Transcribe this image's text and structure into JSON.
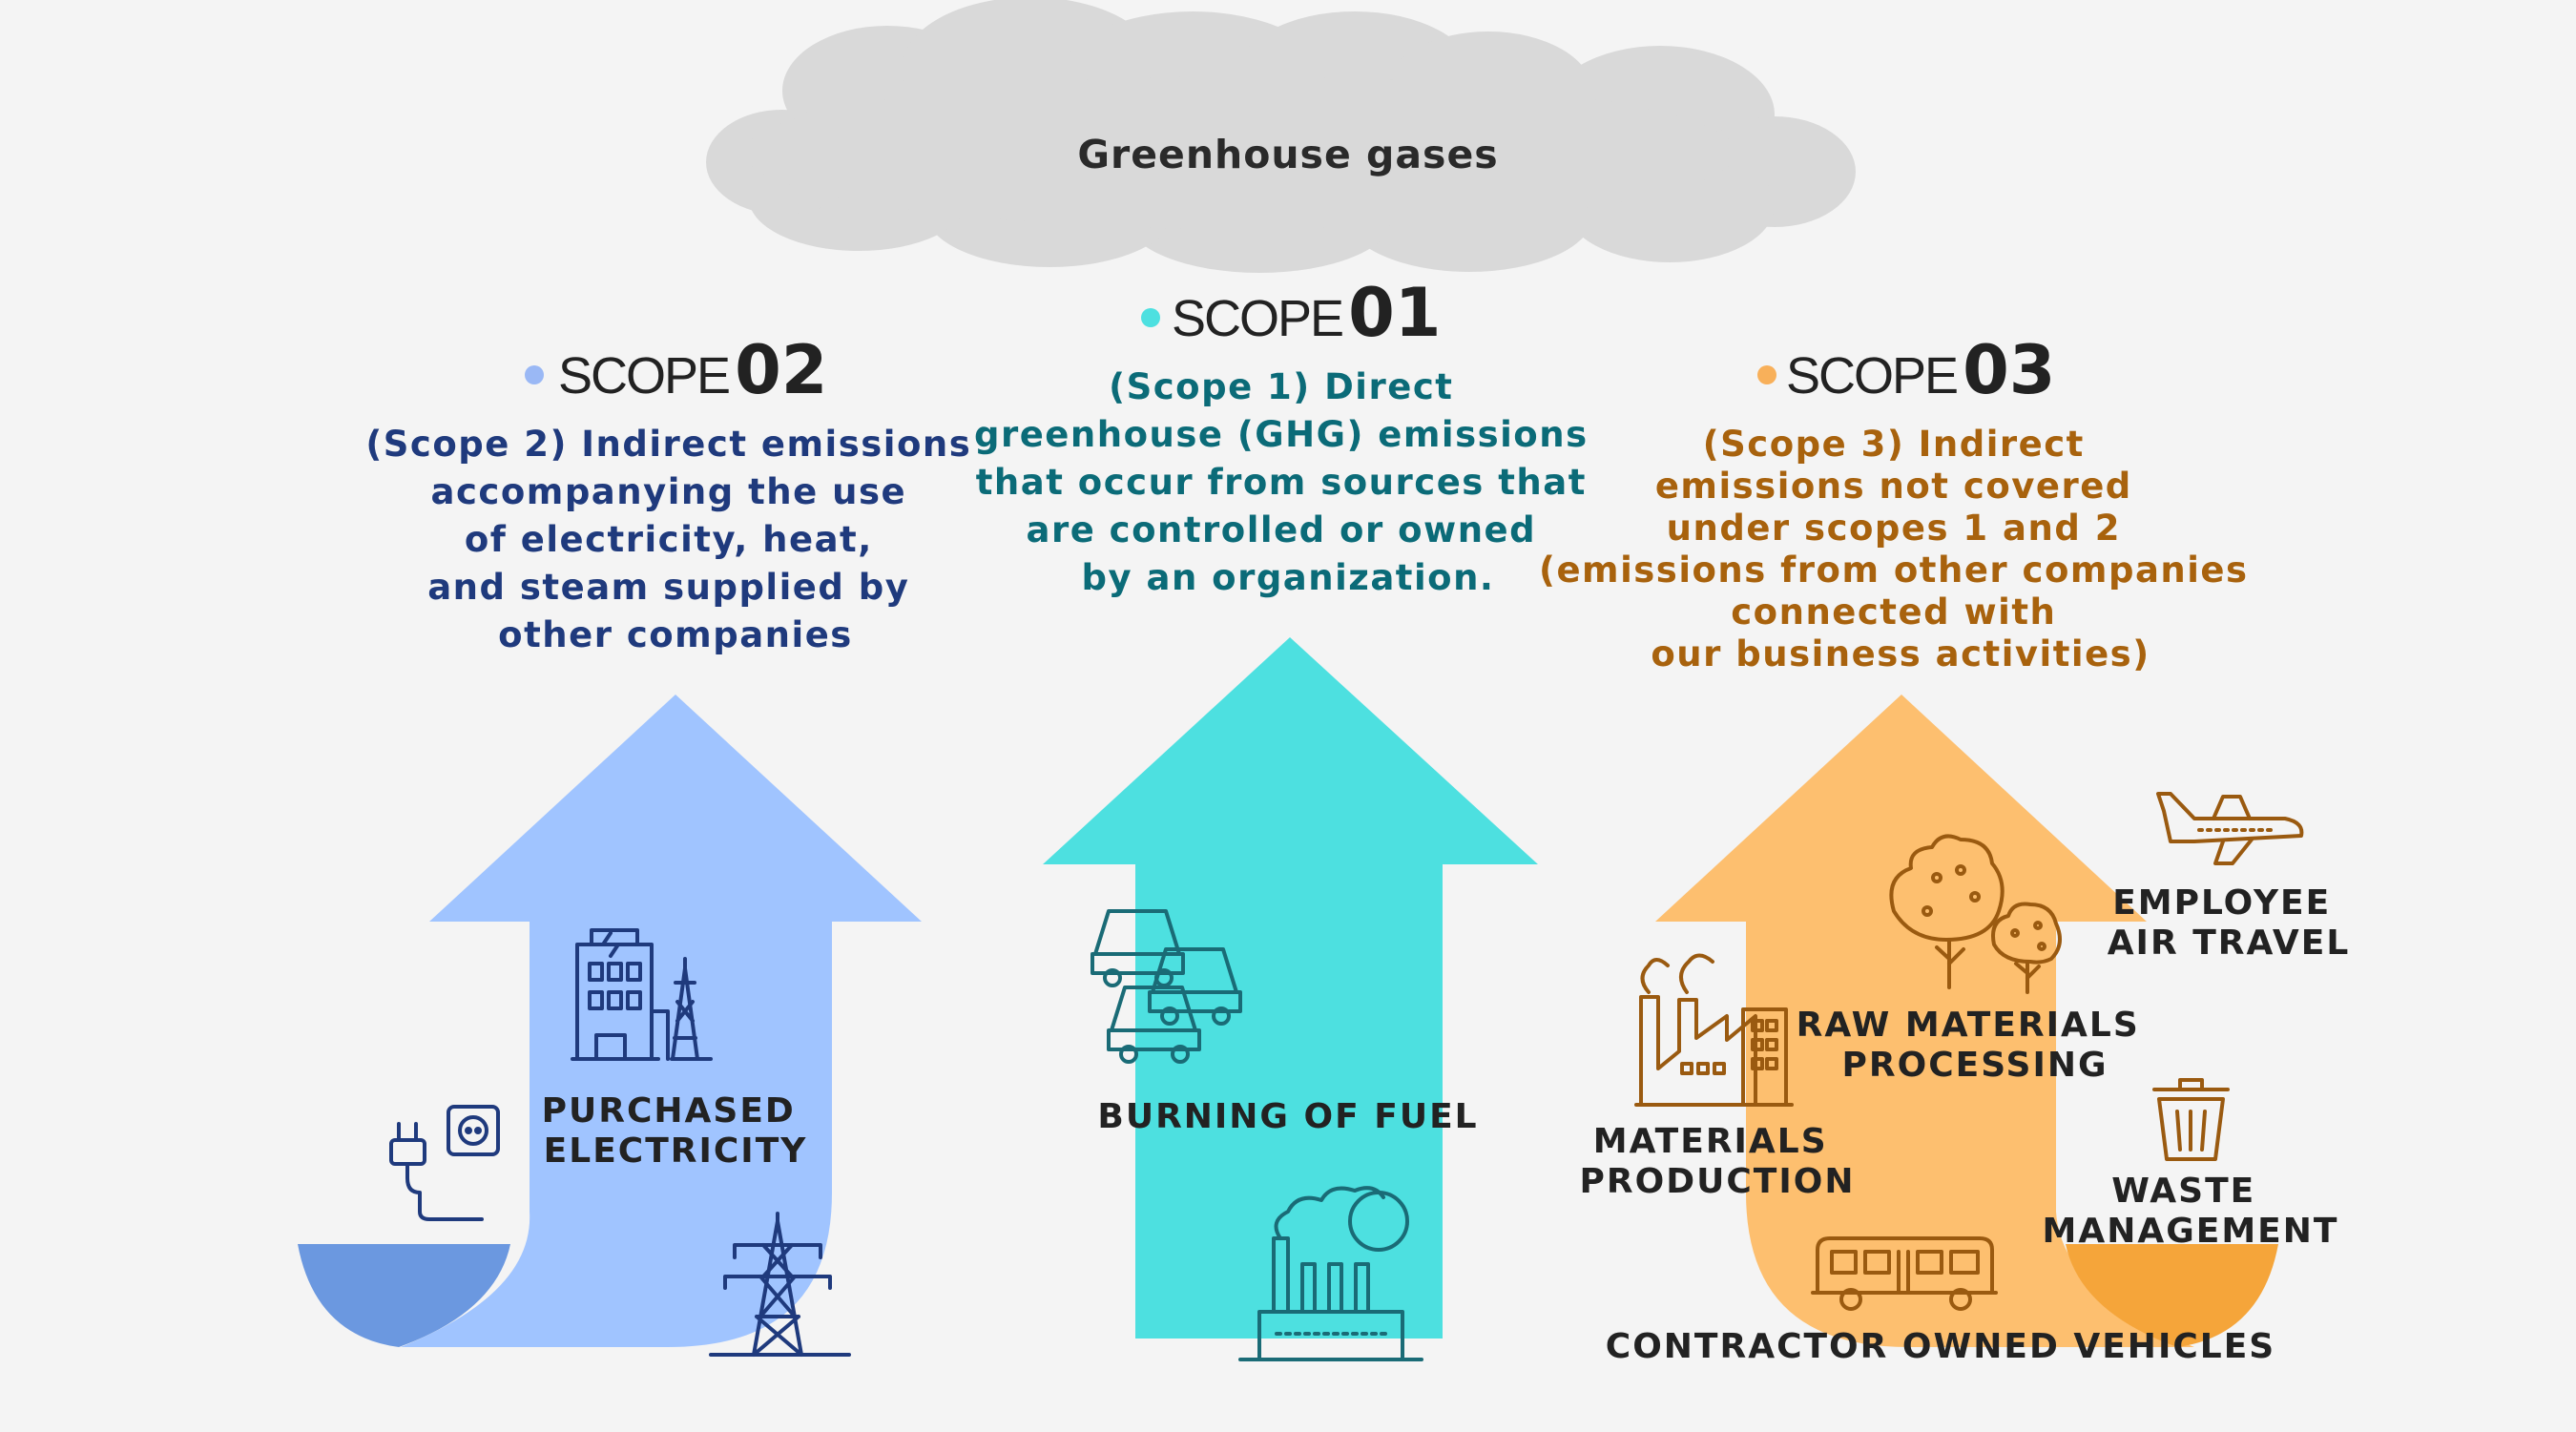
{
  "cloud": {
    "title": "Greenhouse gases"
  },
  "scope2": {
    "word": "SCOPE",
    "number": "02",
    "description": [
      "(Scope 2) Indirect emissions",
      "accompanying the use",
      "of electricity, heat,",
      "and steam supplied by",
      "other companies"
    ],
    "item": [
      "PURCHASED",
      "ELECTRICITY"
    ]
  },
  "scope1": {
    "word": "SCOPE",
    "number": "01",
    "description": [
      "(Scope 1) Direct",
      "greenhouse (GHG) emissions",
      "that occur from sources that",
      "are controlled or owned",
      "by an organization."
    ],
    "item": "BURNING OF FUEL"
  },
  "scope3": {
    "word": "SCOPE",
    "number": "03",
    "description": [
      "(Scope 3) Indirect",
      "emissions not covered",
      "under scopes 1 and 2",
      "(emissions from other companies",
      "connected with",
      "our business activities)"
    ],
    "items": {
      "travel": [
        "EMPLOYEE",
        "AIR TRAVEL"
      ],
      "raw": [
        "RAW MATERIALS",
        "PROCESSING"
      ],
      "materials": [
        "MATERIALS",
        "PRODUCTION"
      ],
      "waste": [
        "WASTE",
        "MANAGEMENT"
      ],
      "vehicles": "CONTRACTOR OWNED VEHICLES"
    }
  },
  "colors": {
    "background": "#f4f4f4",
    "cloud": "#d9d9d9",
    "scope1": "#4de0e0",
    "scope1_text": "#0b6b78",
    "scope2": "#a0c4ff",
    "scope2_dark": "#6b98e0",
    "scope2_text": "#1f3a7d",
    "scope2_dot": "#9ab8f5",
    "scope3": "#fdbf6f",
    "scope3_dark": "#f5a53a",
    "scope3_text": "#a8620d",
    "scope3_dot": "#f8b05a",
    "icon_blue": "#1f3a7d",
    "icon_teal": "#1a6b76",
    "icon_brown": "#9a5a10"
  }
}
